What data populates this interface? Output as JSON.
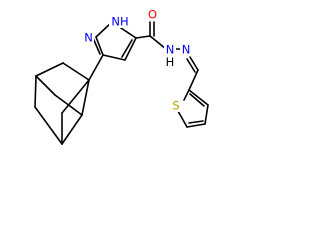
{
  "molecule": {
    "atoms": {
      "pyrazole_nh": "NH",
      "pyrazole_n": "N",
      "carbonyl_o": "O",
      "hydrazide_nh": "N",
      "hydrazide_nh_h": "H",
      "imine_n": "N",
      "thiophene_s": "S"
    },
    "colors": {
      "bond": "#000000",
      "nitrogen": "#0000ff",
      "oxygen": "#ff0000",
      "sulfur": "#b8a200",
      "hydrogen": "#000000"
    }
  }
}
